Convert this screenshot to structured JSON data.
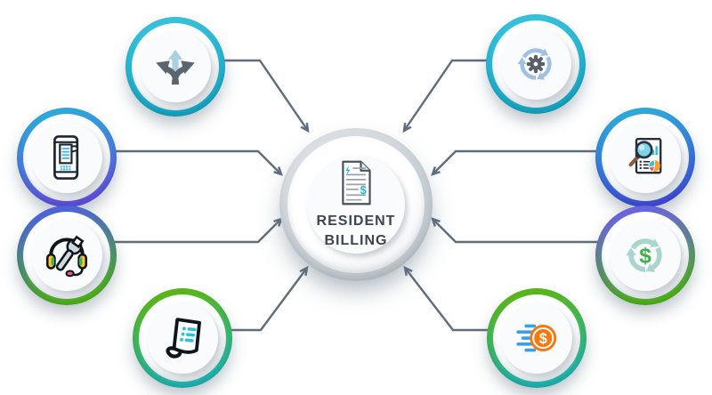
{
  "diagram": {
    "background": "#ffffff",
    "connector_color": "#5f6d7c",
    "center": {
      "title": "RESIDENT BILLING",
      "title_color": "#3e454d",
      "ring_color": "#c7ced4",
      "icon": "billing-invoice-document-icon"
    },
    "nodes": [
      {
        "position": "top-left",
        "icon": "three-way-arrows-icon",
        "ring_from": "#36c0da",
        "ring_to": "#16a6c3"
      },
      {
        "position": "left-upper",
        "icon": "mobile-billing-icon",
        "ring_from": "#2ea7da",
        "ring_to": "#6150dd"
      },
      {
        "position": "left-lower",
        "icon": "support-headset-wrench-icon",
        "ring_from": "#4c64d5",
        "ring_to": "#4fb31c"
      },
      {
        "position": "bottom-left",
        "icon": "billing-statement-icon",
        "ring_from": "#59b51b",
        "ring_to": "#1fb5b2"
      },
      {
        "position": "top-right",
        "icon": "automation-gear-cycle-icon",
        "ring_from": "#36c0da",
        "ring_to": "#16a6c3"
      },
      {
        "position": "right-upper",
        "icon": "analytics-report-magnifier-icon",
        "ring_from": "#2ea7da",
        "ring_to": "#3d4ed8"
      },
      {
        "position": "right-lower",
        "icon": "recurring-dollar-cycle-icon",
        "ring_from": "#6a64dc",
        "ring_to": "#4fb31c"
      },
      {
        "position": "bottom-right",
        "icon": "fast-payment-coin-icon",
        "ring_from": "#59b51b",
        "ring_to": "#1fb5b2"
      }
    ]
  }
}
